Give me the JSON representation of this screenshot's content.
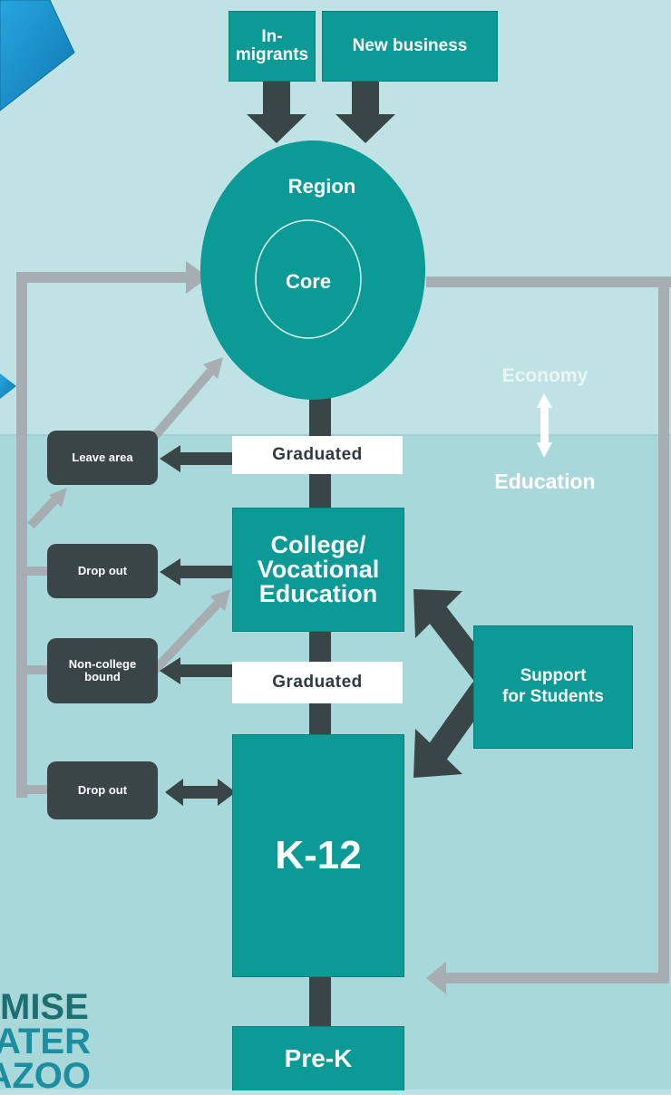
{
  "nodes": {
    "in_migrants": "In-migrants",
    "new_business": "New business",
    "region": "Region",
    "core": "Core",
    "graduated_top": "Graduated",
    "college": "College/\nVocational\nEducation",
    "graduated_mid": "Graduated",
    "k12": "K-12",
    "pre_k": "Pre-K",
    "support": "Support\nfor Students",
    "leave_area": "Leave area",
    "drop_out_1": "Drop out",
    "non_college": "Non-college\nbound",
    "drop_out_2": "Drop out"
  },
  "axis": {
    "top": "Economy",
    "bottom": "Education"
  },
  "logo_fragment": {
    "line1": "MISE",
    "line2": "EATER",
    "line3": "AZOO"
  },
  "colors": {
    "teal": "#0b9a96",
    "dark": "#3a4547",
    "light_bg": "#bfe3e4",
    "lower_bg": "#a8d8da",
    "gray_arrow": "#a6adb3",
    "play_blue": "#1a8fc8"
  }
}
